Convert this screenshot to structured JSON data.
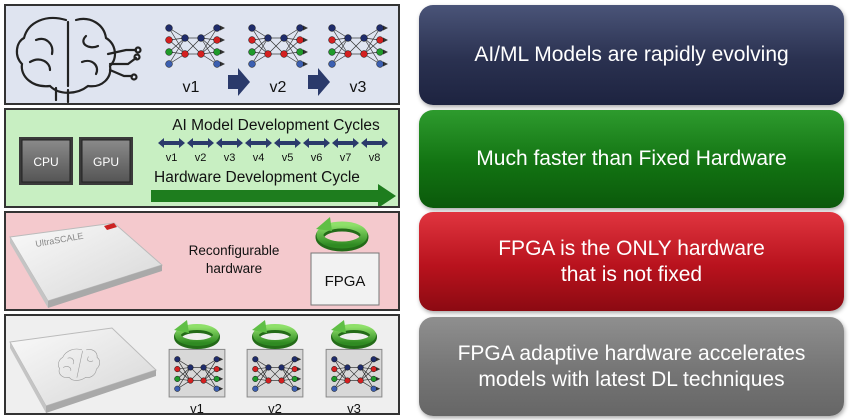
{
  "panels": {
    "evolve": {
      "versions": [
        "v1",
        "v2",
        "v3"
      ]
    },
    "cycles": {
      "chips": [
        "CPU",
        "GPU"
      ],
      "ai_title": "AI Model Development Cycles",
      "cycle_labels": [
        "v1",
        "v2",
        "v3",
        "v4",
        "v5",
        "v6",
        "v7",
        "v8"
      ],
      "hw_title": "Hardware Development Cycle"
    },
    "reconfig": {
      "chip_brand": "UltraSCALE",
      "description_line1": "Reconfigurable",
      "description_line2": "hardware",
      "fpga_label": "FPGA"
    },
    "adaptive": {
      "versions": [
        "v1",
        "v2",
        "v3"
      ]
    }
  },
  "banners": {
    "b1": {
      "line1": "AI/ML Models are rapidly evolving",
      "line2": ""
    },
    "b2": {
      "line1": "Much faster than Fixed Hardware",
      "line2": ""
    },
    "b3": {
      "line1": "FPGA is the ONLY hardware",
      "line2": "that is not fixed"
    },
    "b4": {
      "line1": "FPGA adaptive hardware accelerates",
      "line2": "models with latest DL techniques"
    }
  },
  "colors": {
    "banner_navy": "#2a3150",
    "banner_green": "#127312",
    "banner_red": "#b8121d",
    "banner_gray": "#757575",
    "arrow_green": "#1e7d1e",
    "arrow_navy": "#2b3a6b"
  }
}
